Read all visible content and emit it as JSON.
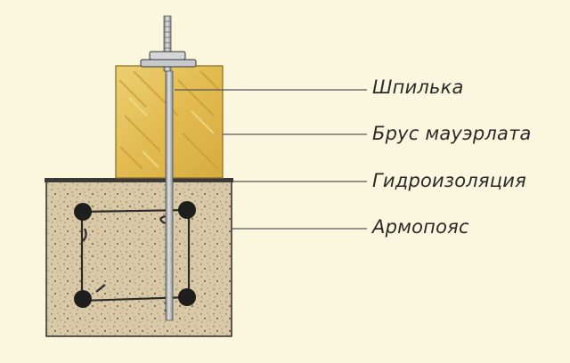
{
  "labels": {
    "stud": "Шпилька",
    "beam": "Брус мауэрлата",
    "waterproofing": "Гидроизоляция",
    "armored_belt": "Армопояс"
  },
  "colors": {
    "background": "#fbf7df",
    "wood": "#e6c25a",
    "wood_grain": "#c99a30",
    "concrete": "#d9c9a7",
    "concrete_speckle": "#8a7b60",
    "rebar": "#1e1e1e",
    "steel": "#b9bcc0",
    "line": "#555555"
  }
}
